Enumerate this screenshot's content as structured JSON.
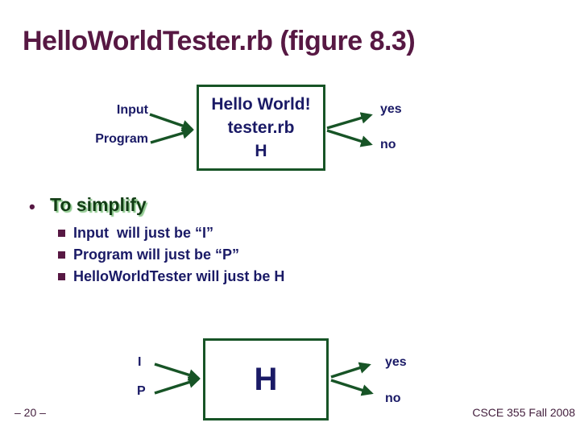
{
  "slide": {
    "title": "HelloWorldTester.rb (figure 8.3)",
    "footer_left": "– 20 –",
    "footer_right": "CSCE 355 Fall 2008"
  },
  "colors": {
    "title_maroon": "#571843",
    "text_navy": "#1a1a66",
    "diagram_green": "#175426",
    "heading_green": "#123d15",
    "heading_shadow_green": "#8fca8f",
    "bullet_square_maroon": "#571843",
    "footer_plum": "#44203e"
  },
  "diagram_top": {
    "inputs": [
      "Input",
      "Program"
    ],
    "box_lines": [
      "Hello World!",
      "tester.rb",
      "H"
    ],
    "outputs": [
      "yes",
      "no"
    ]
  },
  "bullets": {
    "heading": "To simplify",
    "items": [
      "Input  will just be “I”",
      "Program will just be “P”",
      "HelloWorldTester will just be H"
    ]
  },
  "diagram_bottom": {
    "inputs": [
      "I",
      "P"
    ],
    "box_label": "H",
    "outputs": [
      "yes",
      "no"
    ]
  }
}
